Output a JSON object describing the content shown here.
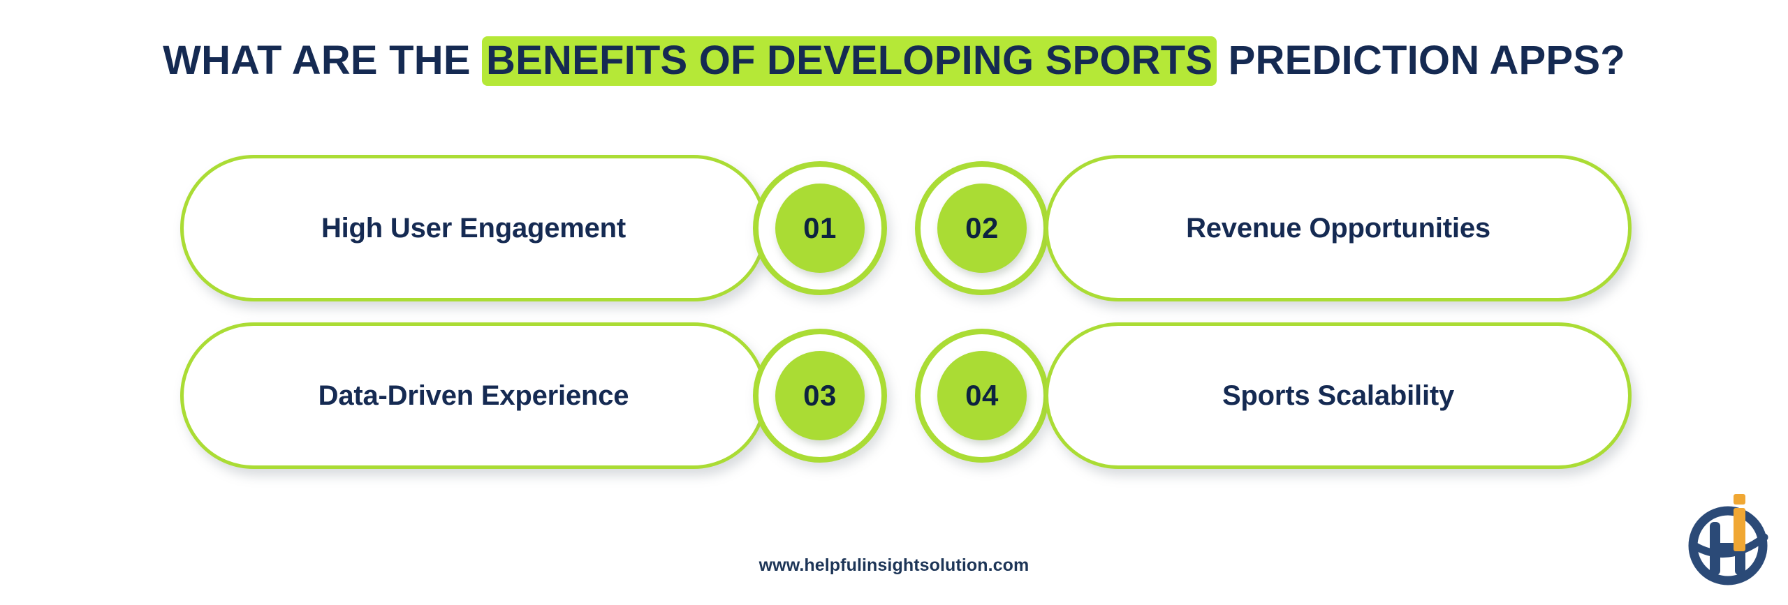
{
  "title": {
    "before": "WHAT ARE THE ",
    "highlight": "BENEFITS OF DEVELOPING SPORTS",
    "after": " PREDICTION APPS?",
    "full_text": "WHAT ARE THE BENEFITS OF DEVELOPING SPORTS PREDICTION APPS?"
  },
  "benefits": [
    {
      "number": "01",
      "label": "High User Engagement",
      "side": "left",
      "row": 1
    },
    {
      "number": "02",
      "label": "Revenue Opportunities",
      "side": "right",
      "row": 1
    },
    {
      "number": "03",
      "label": "Data-Driven Experience",
      "side": "left",
      "row": 2
    },
    {
      "number": "04",
      "label": "Sports Scalability",
      "side": "right",
      "row": 2
    }
  ],
  "footer": {
    "url": "www.helpfulinsightsolution.com"
  },
  "logo": {
    "name": "helpful-insight-solution-logo",
    "letter": "H",
    "accent_letter": "i"
  },
  "colors": {
    "green": "#aadc34",
    "highlight_green": "#b5e837",
    "navy": "#152a52",
    "number_navy": "#0d2240",
    "logo_navy": "#2b4a77",
    "logo_orange": "#f0a733",
    "background": "#ffffff"
  }
}
